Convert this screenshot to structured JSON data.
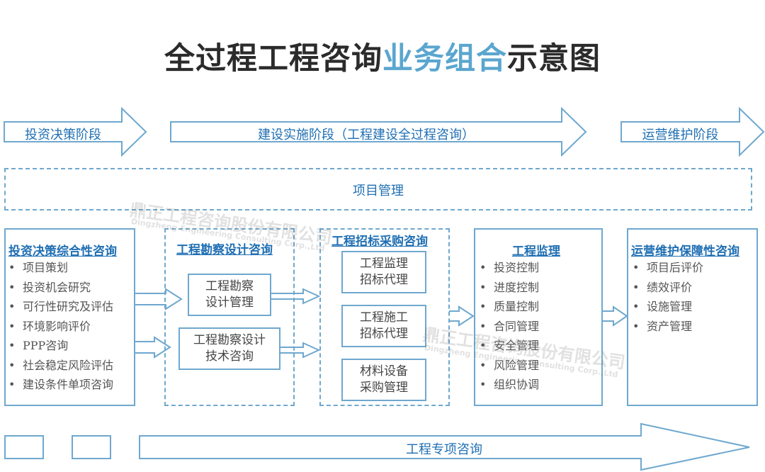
{
  "title": {
    "part1": "全过程工程咨询",
    "part2": "业务组合",
    "part3": "示意图"
  },
  "colors": {
    "accent": "#5aa6cf",
    "border": "#6fa8cf",
    "heading_text": "#1f6fb3",
    "title_text": "#2b2b2b"
  },
  "phases": [
    {
      "label": "投资决策阶段"
    },
    {
      "label": "建设实施阶段（工程建设全过程咨询）"
    },
    {
      "label": "运营维护阶段"
    }
  ],
  "project_management": {
    "label": "项目管理"
  },
  "columns": {
    "investment": {
      "heading": "投资决策综合性咨询",
      "items": [
        "项目策划",
        "投资机会研究",
        "可行性研究及评估",
        "环境影响评价",
        "PPP咨询",
        "社会稳定风险评估",
        "建设条件单项咨询"
      ]
    },
    "survey": {
      "heading": "工程勘察设计咨询",
      "boxes": [
        {
          "line1": "工程勘察",
          "line2": "设计管理"
        },
        {
          "line1": "工程勘察设计",
          "line2": "技术咨询"
        }
      ]
    },
    "bidding": {
      "heading": "工程招标采购咨询",
      "boxes": [
        {
          "line1": "工程监理",
          "line2": "招标代理"
        },
        {
          "line1": "工程施工",
          "line2": "招标代理"
        },
        {
          "line1": "材料设备",
          "line2": "采购管理"
        }
      ]
    },
    "supervision": {
      "heading": "工程监理",
      "items": [
        "投资控制",
        "进度控制",
        "质量控制",
        "合同管理",
        "安全管理",
        "风险管理",
        "组织协调"
      ]
    },
    "operation": {
      "heading": "运营维护保障性咨询",
      "items": [
        "项目后评价",
        "绩效评价",
        "设施管理",
        "资产管理"
      ]
    }
  },
  "special_consulting": {
    "label": "工程专项咨询"
  },
  "watermark": {
    "cn": "鼎正工程咨询股份有限公司",
    "en": "Dingzheng Engineering Consulting Corp.,Ltd"
  }
}
